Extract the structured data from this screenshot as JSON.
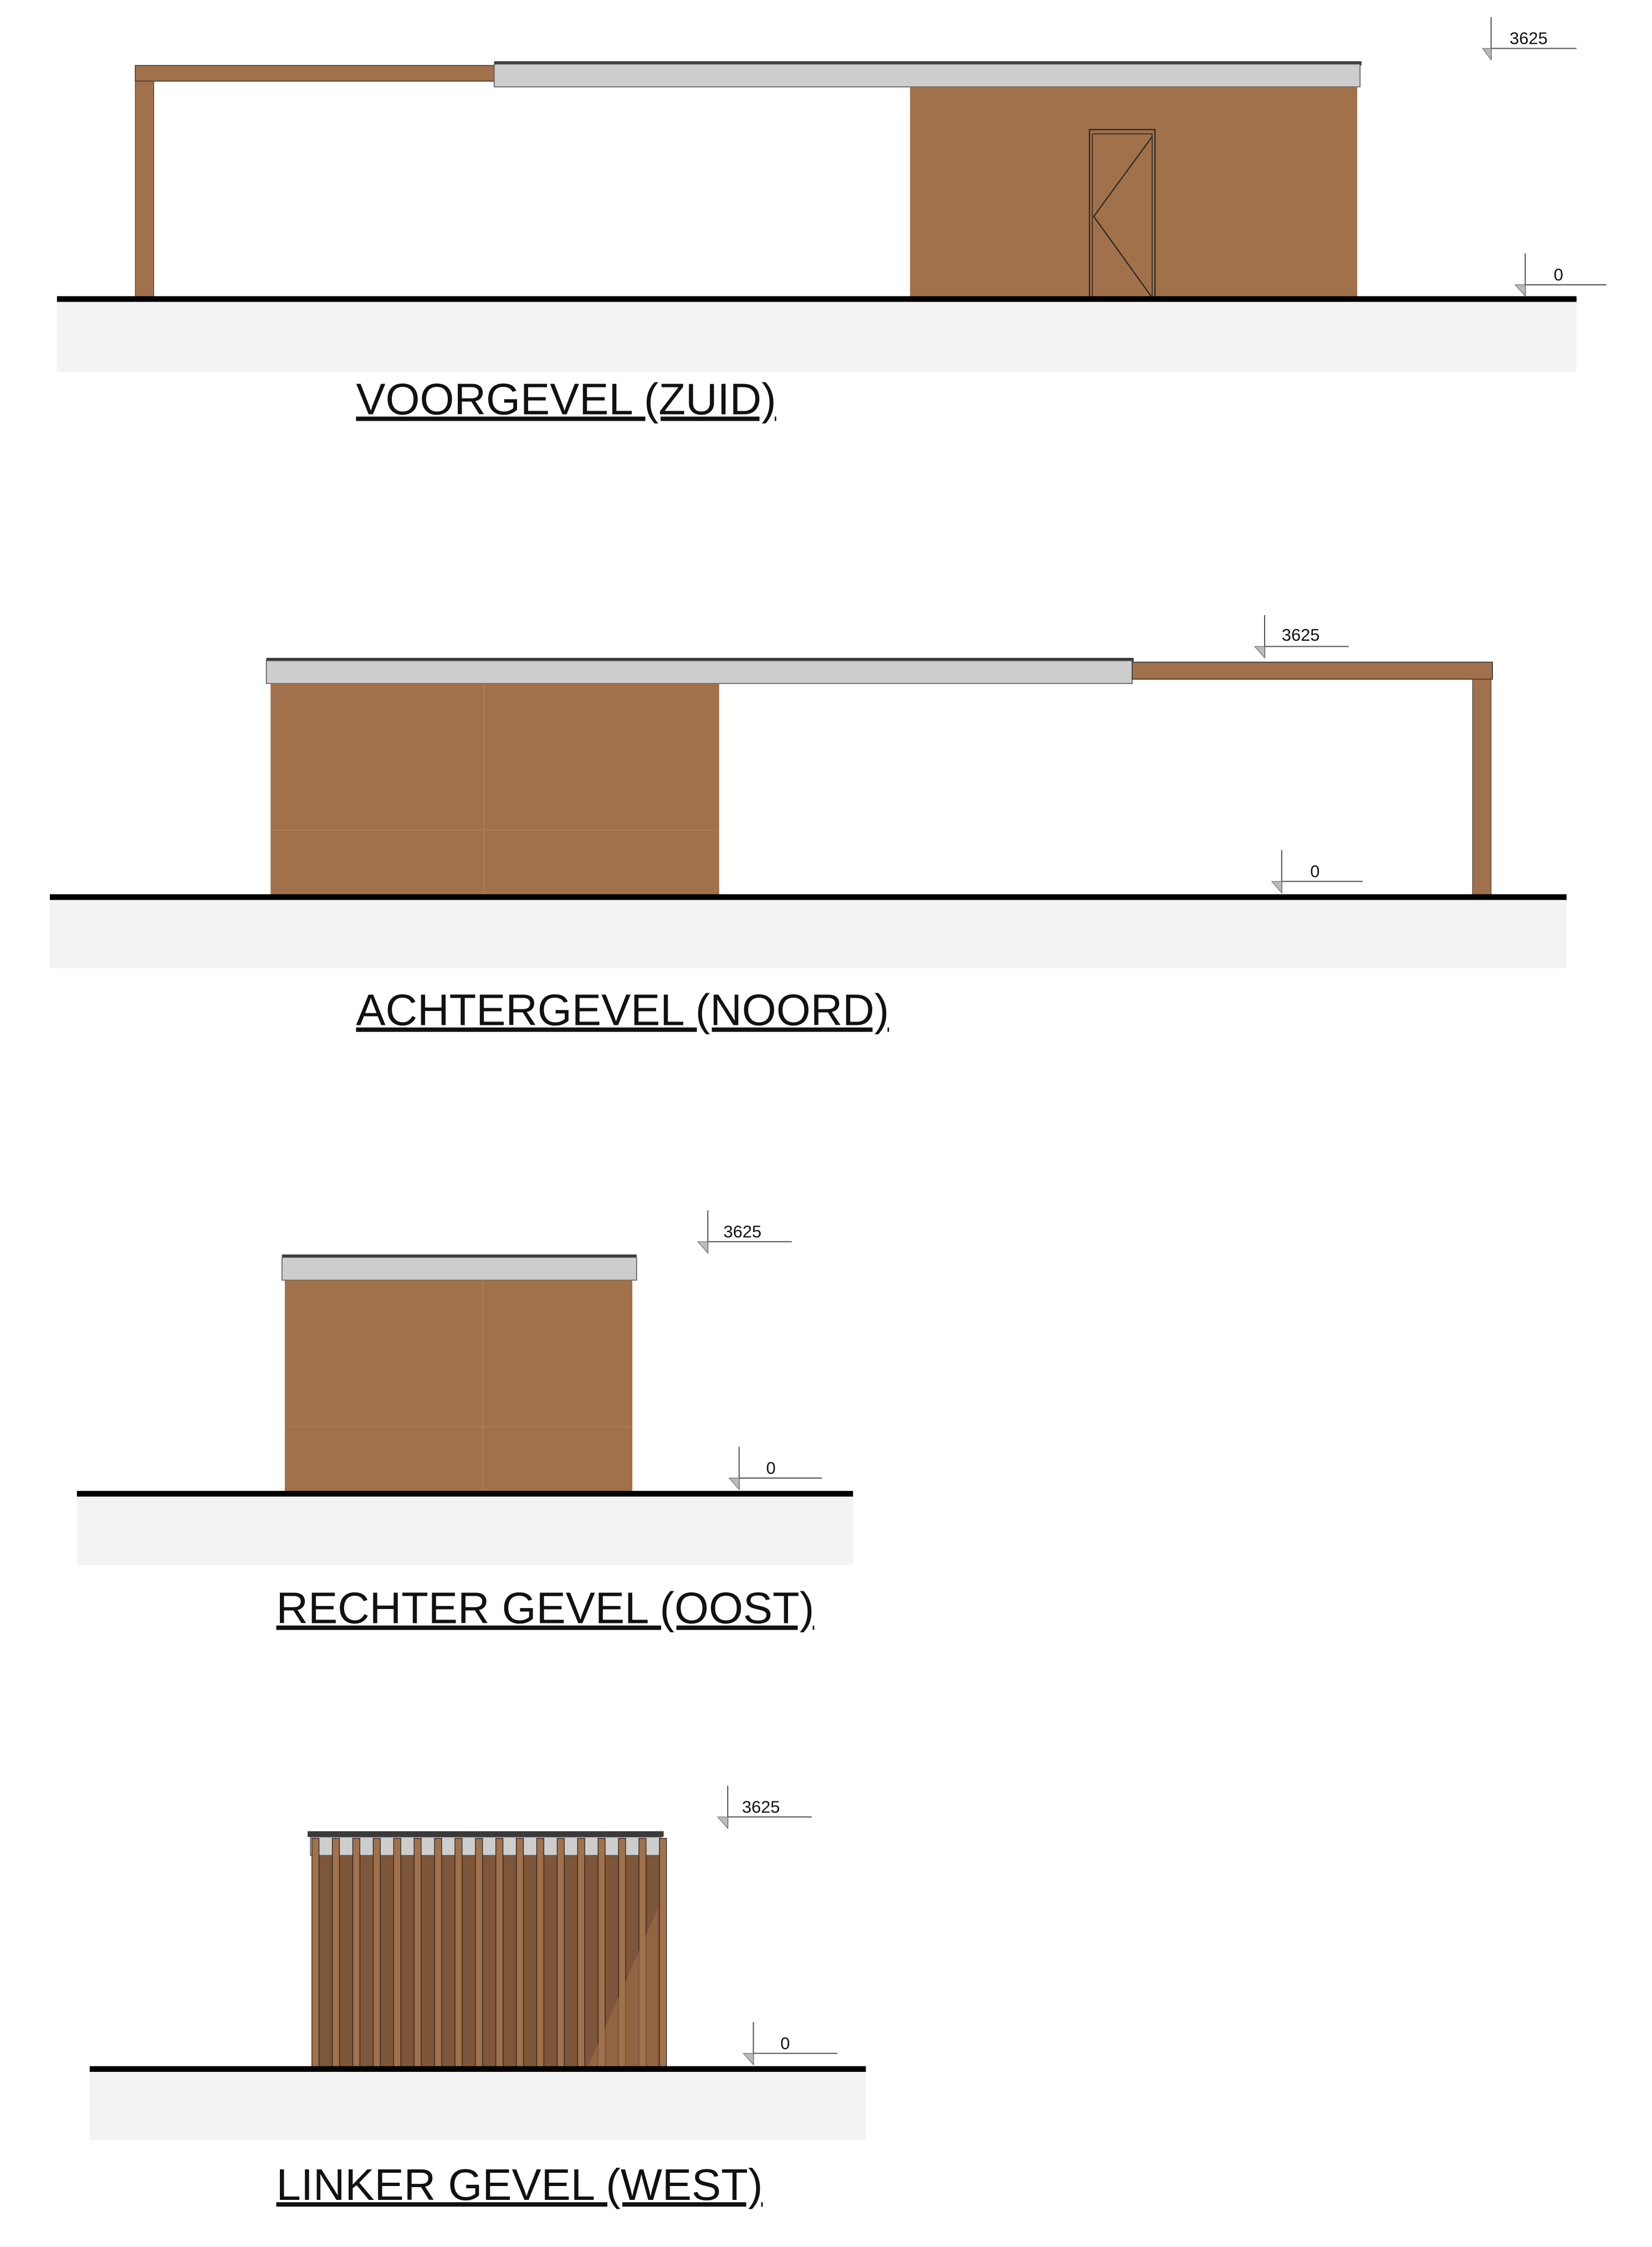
{
  "colors": {
    "wood": "#a0714b",
    "wood_dark": "#7e5639",
    "roof": "#cdcdcd",
    "ground_band": "#f3f3f3"
  },
  "elevations": [
    {
      "title": "VOORGEVEL (ZUID)",
      "level_top": "3625",
      "level_bottom": "0"
    },
    {
      "title": "ACHTERGEVEL (NOORD)",
      "level_top": "3625",
      "level_bottom": "0"
    },
    {
      "title": "RECHTER GEVEL (OOST)",
      "level_top": "3625",
      "level_bottom": "0"
    },
    {
      "title": "LINKER GEVEL (WEST)",
      "level_top": "3625",
      "level_bottom": "0"
    }
  ]
}
